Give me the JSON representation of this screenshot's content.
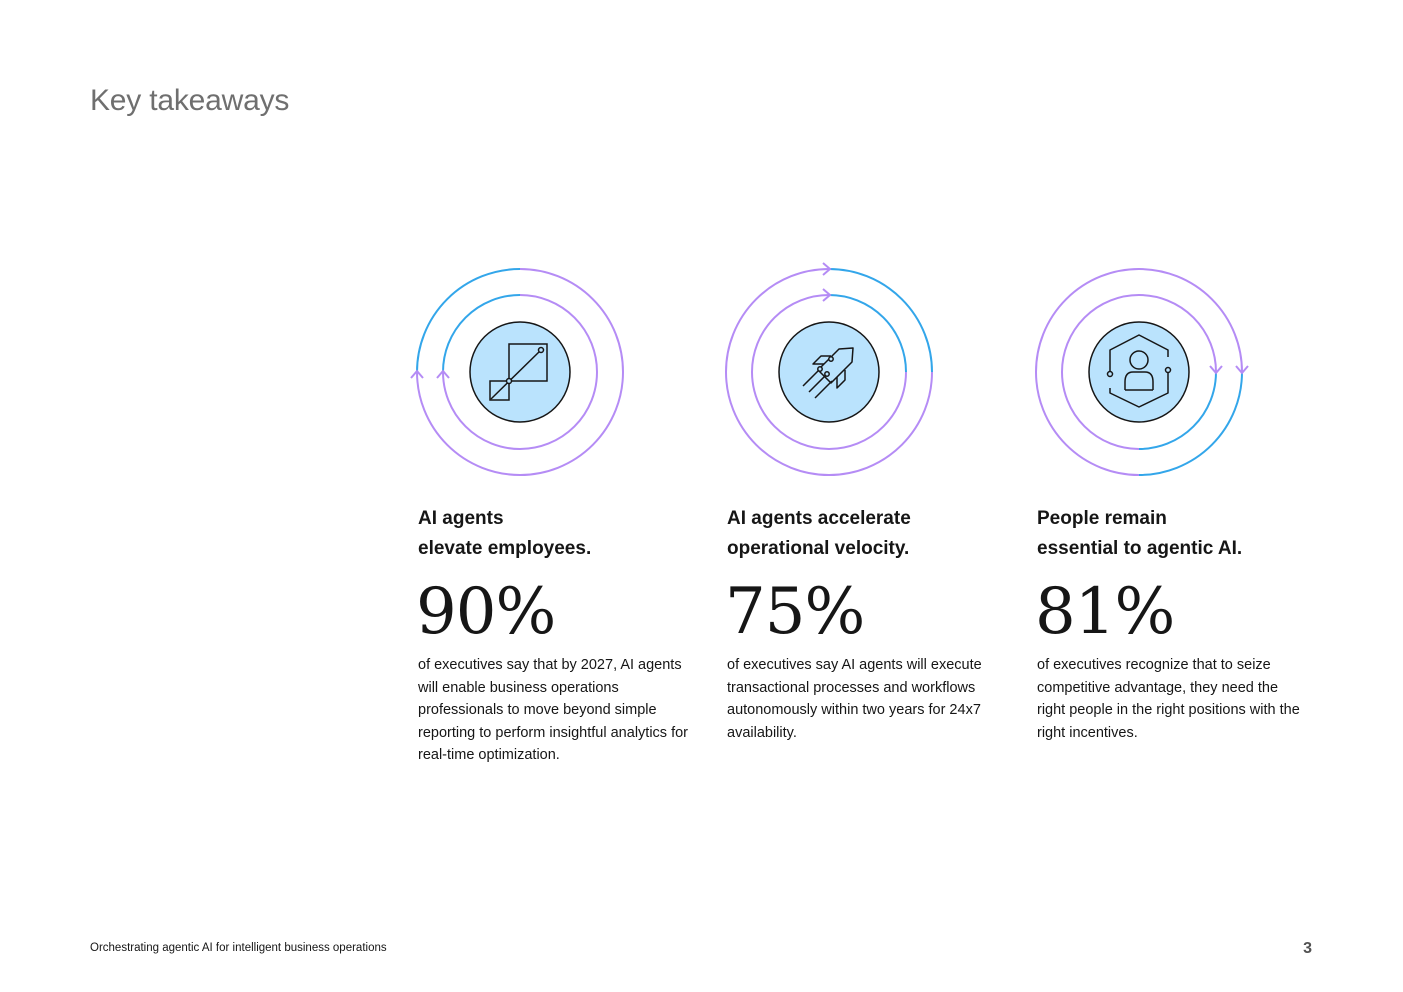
{
  "page": {
    "title": "Key takeaways",
    "footer": "Orchestrating agentic AI for intelligent business operations",
    "page_number": "3"
  },
  "colors": {
    "ring_blue": "#33a6ea",
    "ring_purple": "#b58cf5",
    "icon_fill": "#bae3fd",
    "text": "#161616"
  },
  "cards": [
    {
      "icon": "diagonal-squares-icon",
      "title_line1": "AI agents",
      "title_line2": "elevate employees.",
      "stat": "90%",
      "description": "of executives say that by 2027, AI agents will enable business operations professionals to move beyond simple reporting to perform insightful analytics for real-time optimization."
    },
    {
      "icon": "rocket-icon",
      "title_line1": "AI agents accelerate",
      "title_line2": "operational velocity.",
      "stat": "75%",
      "description": "of executives say AI agents will execute transactional processes and workflows autonomously within two years for 24x7 availability."
    },
    {
      "icon": "person-hexagon-icon",
      "title_line1": "People remain",
      "title_line2": "essential to agentic AI.",
      "stat": "81%",
      "description": "of executives recognize that to seize competitive advantage, they need the right people in the right positions with the right incentives."
    }
  ]
}
